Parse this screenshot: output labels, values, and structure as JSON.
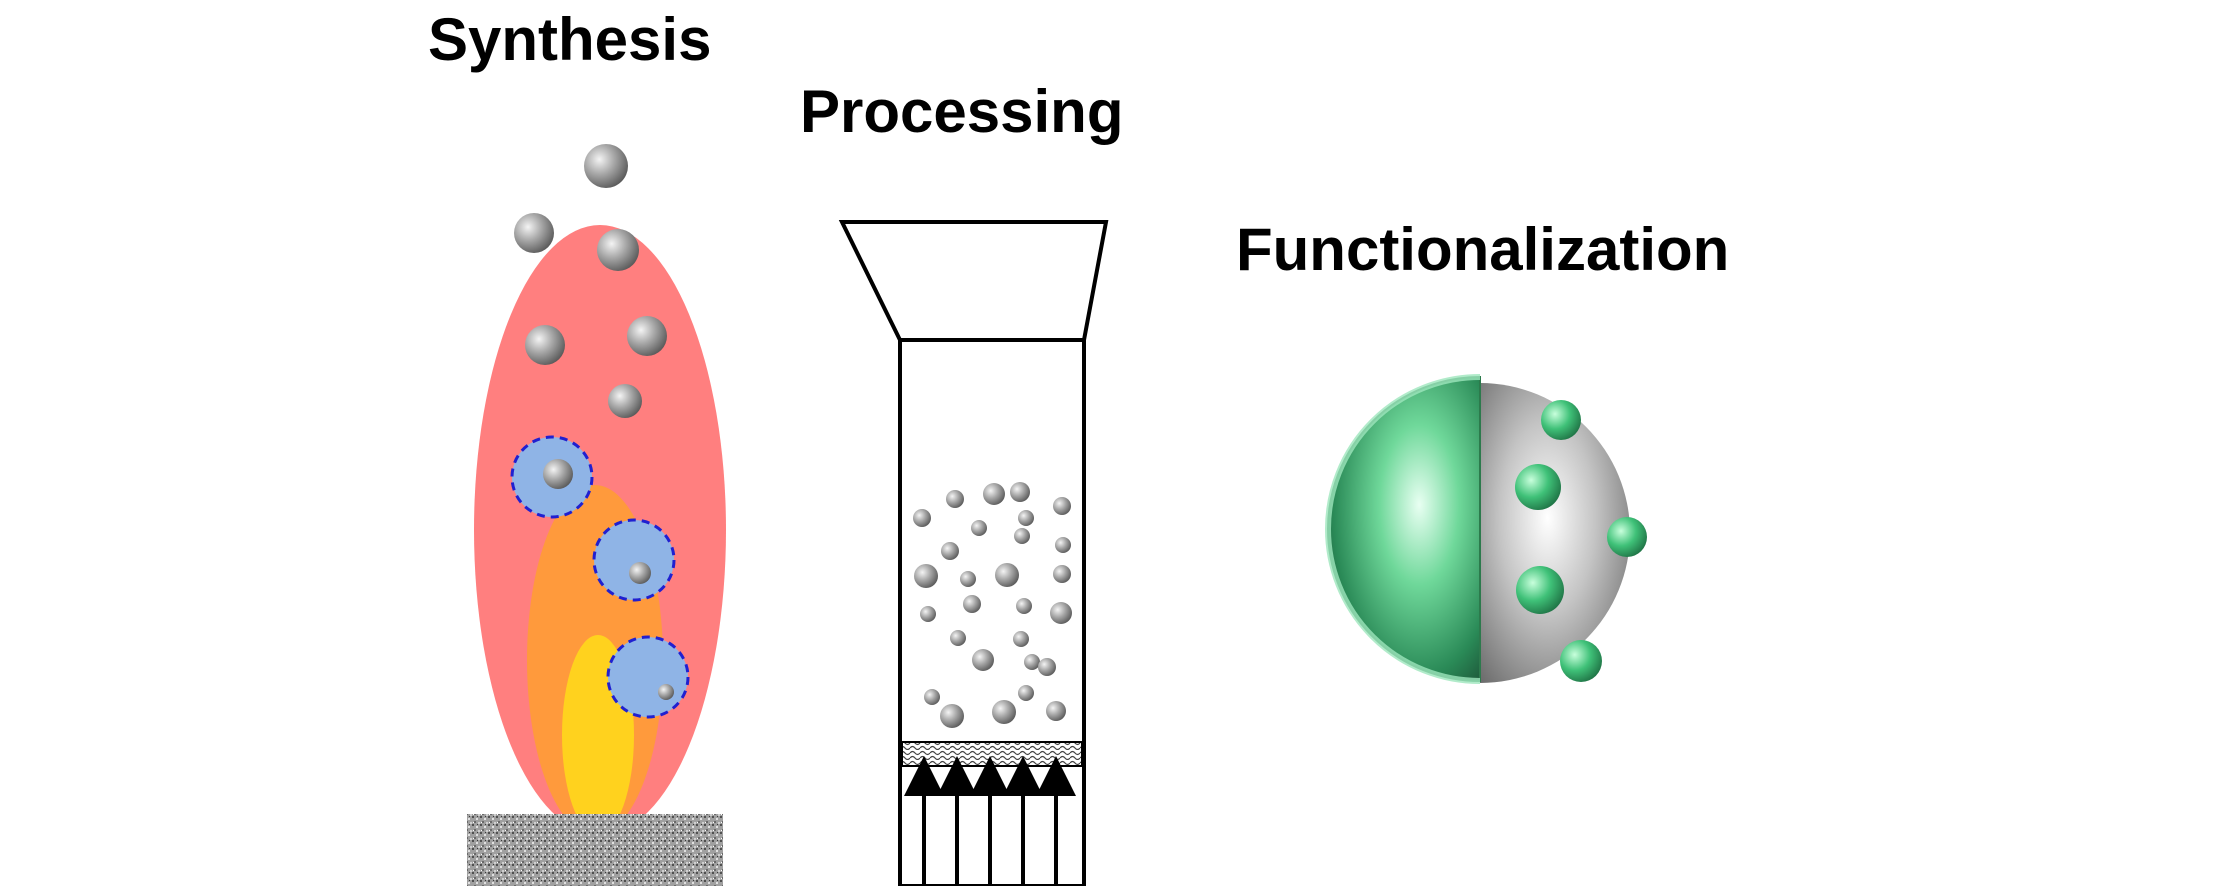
{
  "labels": {
    "synthesis": "Synthesis",
    "processing": "Processing",
    "functionalization": "Functionalization"
  },
  "colors": {
    "flame_outer": "#FF7F7F",
    "flame_middle": "#FF9640",
    "flame_inner": "#FFD21E",
    "droplet_fill": "#8FB4E6",
    "droplet_outline": "#2020D0",
    "particle_gray": "#8A8A8A",
    "shell_green": "#3FBF7A",
    "substrate_gray": "#9A9A9A"
  }
}
